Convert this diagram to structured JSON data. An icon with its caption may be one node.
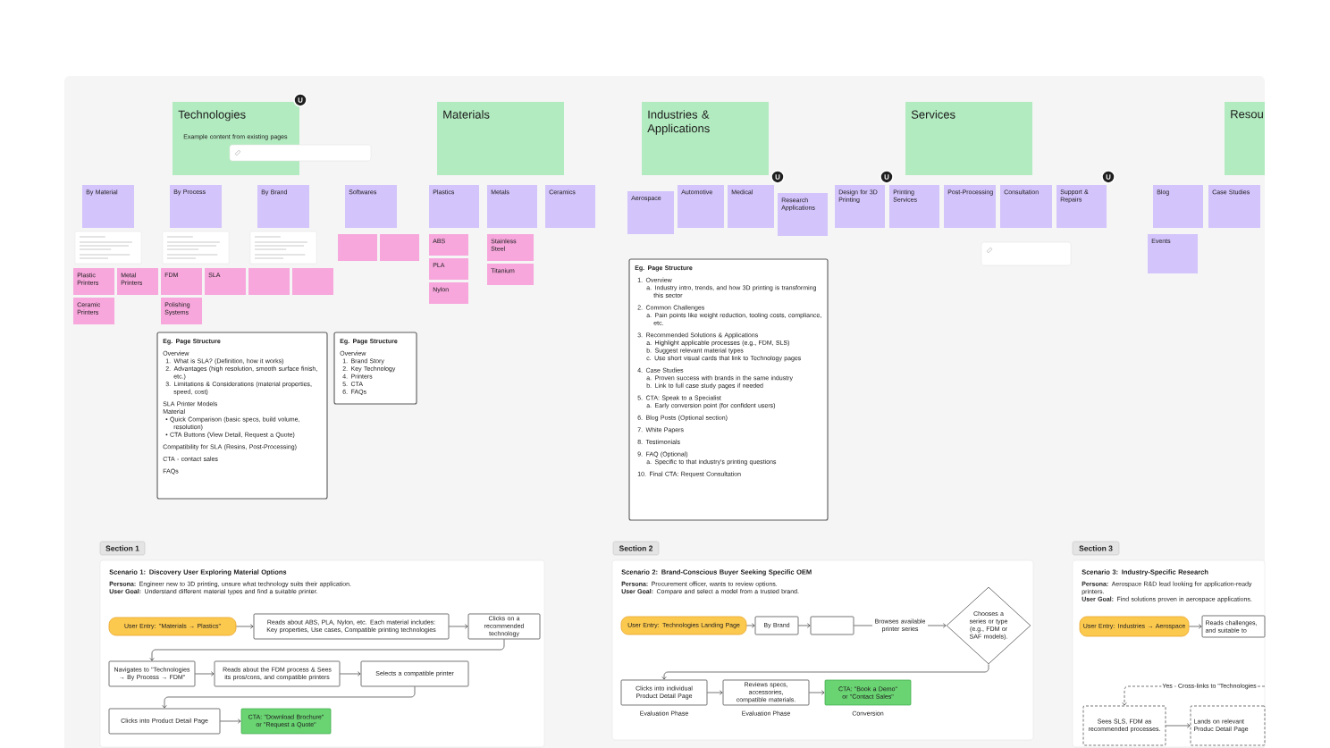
{
  "diagram": {
    "nodes": [
      {
        "text": [
          "Technologies",
          "Example content from existing pages"
        ]
      },
      {
        "text": [
          "Materials"
        ]
      },
      {
        "text": [
          "Industries & Applications"
        ]
      },
      {
        "text": [
          "Services"
        ]
      },
      {
        "text": [
          "Resou"
        ]
      },
      {
        "text": [
          "By Material"
        ]
      },
      {
        "text": [],
        "shape": "box"
      },
      {
        "text": [
          "By Process"
        ]
      },
      {
        "text": [],
        "shape": "box"
      },
      {
        "text": [
          "By Brand"
        ]
      },
      {
        "text": [],
        "shape": "box"
      },
      {
        "text": [
          "Softwares"
        ]
      },
      {
        "text": [
          "Plastics"
        ]
      },
      {
        "text": [
          "Metals"
        ]
      },
      {
        "text": [
          "Ceramics"
        ]
      },
      {
        "text": [
          "Aerospace"
        ]
      },
      {
        "text": [
          "Automotive"
        ]
      },
      {
        "text": [
          "Medical"
        ]
      },
      {
        "text": [
          "Research Applications"
        ]
      },
      {
        "text": [
          "Design for 3D Printing"
        ]
      },
      {
        "text": [
          "Printing Services"
        ]
      },
      {
        "text": [
          "Post-Processing"
        ]
      },
      {
        "text": [
          "Consultation"
        ]
      },
      {
        "text": [
          "Support & Repairs"
        ]
      },
      {
        "text": [
          "Blog"
        ]
      },
      {
        "text": [
          "Events"
        ]
      },
      {
        "text": [
          "Case Studies"
        ]
      },
      {
        "text": [
          "Plastic Printers"
        ]
      },
      {
        "text": [
          "Metal Printers"
        ]
      },
      {
        "text": [
          "Ceramic Printers"
        ]
      },
      {
        "text": [
          "FDM"
        ]
      },
      {
        "text": [
          "SLA"
        ]
      },
      {
        "text": [
          "Polishing Systems"
        ]
      },
      {
        "text": [],
        "shape": "box"
      },
      {
        "text": [],
        "shape": "box"
      },
      {
        "text": [],
        "shape": "box"
      },
      {
        "text": [],
        "shape": "box"
      },
      {
        "text": [
          "ABS"
        ]
      },
      {
        "text": [
          "PLA"
        ]
      },
      {
        "text": [
          "Nylon"
        ]
      },
      {
        "text": [
          "Stainless Steel"
        ]
      },
      {
        "text": [
          "Titanium"
        ]
      },
      {
        "text": [
          "Eg. Page Structure",
          "Overview",
          "1. What is SLA? (Definition, how it works)",
          "2. Advantages (high resolution, smooth surface finish, etc.)",
          "3. Limitations & Considerations (material properties, speed, cost)",
          "SLA Printer Models",
          "Material",
          "• Quick Comparison (basic specs, build volume, resolution)",
          "• CTA Buttons (View Detail, Request a Quote)",
          "Compatibility for SLA (Resins, Post-Processing)",
          "CTA - contact sales",
          "FAQs"
        ]
      },
      {
        "text": [
          "Eg. Page Structure",
          "Overview",
          "1. Brand Story",
          "2. Key Technology",
          "4. Printers",
          "5. CTA",
          "6. FAQs"
        ]
      },
      {
        "text": [
          "Eg. Page Structure",
          "1. Overview",
          "a. Industry intro, trends, and how 3D printing is transforming this sector",
          "2. Common Challenges",
          "a. Pain points like weight reduction, tooling costs, compliance, etc.",
          "3. Recommended Solutions & Applications",
          "a. Highlight applicable processes (e.g., FDM, SLS)",
          "b. Suggest relevant material types",
          "c. Use short visual cards that link to Technology pages",
          "4. Case Studies",
          "a. Proven success with brands in the same industry",
          "b. Link to full case study pages if needed",
          "5. CTA: Speak to a Specialist",
          "a. Early conversion point (for confident users)",
          "6. Blog Posts (Optional section)",
          "7. White Papers",
          "8. Testimonials",
          "9. FAQ (Optional)",
          "a. Specific to that industry's printing questions",
          "10. Final CTA: Request Consultation"
        ]
      },
      {
        "text": [
          "Section 1"
        ]
      },
      {
        "text": [
          "Scenario 1: Discovery User Exploring Material Options",
          "**Persona:** Engineer new to 3D printing, unsure what technology suits their application.",
          "**User Goal:** Understand different material types and find a suitable printer."
        ]
      },
      {
        "text": [
          "User Entry: \"Materials → Plastics\""
        ],
        "in": 46
      },
      {
        "text": [
          "Reads about ABS, PLA, Nylon, etc. Each material includes: Key properties, Use cases, Compatible printing technologies"
        ],
        "in": 46
      },
      {
        "text": [
          "Clicks on a recommended technology"
        ],
        "in": 46
      },
      {
        "text": [
          "Navigates to \"Technologies → By Process → FDM\""
        ],
        "in": 46
      },
      {
        "text": [
          "Reads about the FDM process & Sees its pros/cons, and compatible printers"
        ],
        "in": 46
      },
      {
        "text": [
          "Selects a compatible printer"
        ],
        "in": 46
      },
      {
        "text": [
          "Clicks into Product Detail Page"
        ],
        "in": 46
      },
      {
        "text": [
          "CTA: \"Download Brochure\" or \"Request a Quote\""
        ],
        "in": 46
      },
      {
        "text": [
          "Section 2"
        ]
      },
      {
        "text": [
          "Scenario 2: Brand-Conscious Buyer Seeking Specific OEM",
          "**Persona:** Procurement officer, wants to review options.",
          "**User Goal:** Compare and select a model from a trusted brand."
        ]
      },
      {
        "text": [
          "User Entry: Technologies Landing Page"
        ],
        "in": 56
      },
      {
        "text": [
          "By Brand"
        ],
        "in": 56
      },
      {
        "text": [],
        "shape": "box",
        "in": 56
      },
      {
        "text": [
          "Chooses a series or type (e.g., FDM or SAF models)."
        ],
        "in": 56
      },
      {
        "text": [
          "Clicks into individual Product Detail Page"
        ],
        "in": 56,
        "beside": [
          "Evaluation Phase"
        ]
      },
      {
        "text": [
          "Reviews specs, accessories, compatible materials."
        ],
        "in": 56,
        "beside": [
          "Evaluation Phase"
        ]
      },
      {
        "text": [
          "CTA: \"Book a Demo\" or \"Contact Sales\""
        ],
        "in": 56,
        "beside": [
          "Conversion"
        ]
      },
      {
        "text": [
          "Section 3"
        ]
      },
      {
        "text": [
          "Scenario 3: Industry-Specific Research",
          "**Persona:** Aerospace R&D lead looking for application-ready printers.",
          "**User Goal:** Find solutions proven in aerospace applications."
        ]
      },
      {
        "text": [
          "User Entry: Industries → Aerospace"
        ],
        "in": 65
      },
      {
        "text": [
          "Reads challenges, and suitable to"
        ],
        "in": 65
      },
      {
        "text": [
          "Sees SLS, FDM as recommended processes."
        ],
        "in": 65
      },
      {
        "text": [
          "Lands on relevant Produc Detail Page"
        ],
        "in": 65
      }
    ],
    "edges": [
      {
        "from": 47,
        "to": 48,
        "arrow": "to"
      },
      {
        "from": 48,
        "to": 49,
        "arrow": "to"
      },
      {
        "from": 49,
        "to": 50,
        "arrow": "to"
      },
      {
        "from": 50,
        "to": 51,
        "arrow": "to"
      },
      {
        "from": 51,
        "to": 52,
        "arrow": "to"
      },
      {
        "from": 52,
        "to": 53,
        "arrow": "to"
      },
      {
        "from": 53,
        "to": 54,
        "arrow": "to"
      },
      {
        "from": 57,
        "to": 58,
        "arrow": "to"
      },
      {
        "from": 58,
        "to": 59,
        "arrow": "to"
      },
      {
        "from": 59,
        "to": 60,
        "arrow": "to",
        "label": "Browses available printer series"
      },
      {
        "from": 60,
        "to": 61,
        "arrow": "to"
      },
      {
        "from": 61,
        "to": 62,
        "arrow": "to"
      },
      {
        "from": 62,
        "to": 63,
        "arrow": "to"
      },
      {
        "from": 66,
        "to": 67,
        "arrow": "to"
      },
      {
        "from": null,
        "to": 68,
        "arrow": "to",
        "style": "dashed",
        "label": "Yes - Cross-links to \"Technologies"
      },
      {
        "from": 68,
        "to": 69,
        "arrow": "to"
      }
    ],
    "labels": [
      "U",
      "U",
      "U",
      "U"
    ]
  }
}
